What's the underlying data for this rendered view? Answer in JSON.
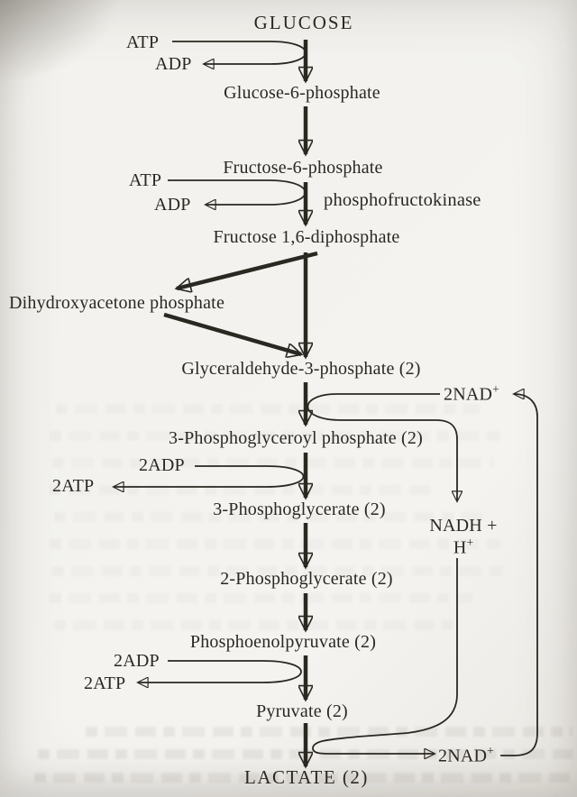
{
  "colors": {
    "ink": "#2b2822",
    "paper": "#f3f2ee"
  },
  "pathway": {
    "metabolites": [
      {
        "id": "glucose",
        "label": "GLUCOSE"
      },
      {
        "id": "g6p",
        "label": "Glucose-6-phosphate"
      },
      {
        "id": "f6p",
        "label": "Fructose-6-phosphate"
      },
      {
        "id": "f16dp",
        "label": "Fructose 1,6-diphosphate"
      },
      {
        "id": "dhap",
        "label": "Dihydroxyacetone phosphate"
      },
      {
        "id": "g3p",
        "label": "Glyceraldehyde-3-phosphate (2)"
      },
      {
        "id": "bpg",
        "label": "3-Phosphoglyceroyl phosphate (2)"
      },
      {
        "id": "pg3",
        "label": "3-Phosphoglycerate (2)"
      },
      {
        "id": "pg2",
        "label": "2-Phosphoglycerate (2)"
      },
      {
        "id": "pep",
        "label": "Phosphoenolpyruvate (2)"
      },
      {
        "id": "pyruvate",
        "label": "Pyruvate (2)"
      },
      {
        "id": "lactate",
        "label": "LACTATE (2)"
      }
    ],
    "enzyme_label": "phosphofructokinase",
    "cofactors": {
      "atp1": "ATP",
      "adp1": "ADP",
      "atp2": "ATP",
      "adp2": "ADP",
      "adp3": "2ADP",
      "atp3": "2ATP",
      "adp4": "2ADP",
      "atp4": "2ATP",
      "nad_top": {
        "base": "2NAD",
        "sup": "+"
      },
      "nadh": {
        "line1": "NADH +",
        "line2_base": "H",
        "line2_sup": "+"
      },
      "nad_bottom": {
        "base": "2NAD",
        "sup": "+"
      }
    }
  }
}
